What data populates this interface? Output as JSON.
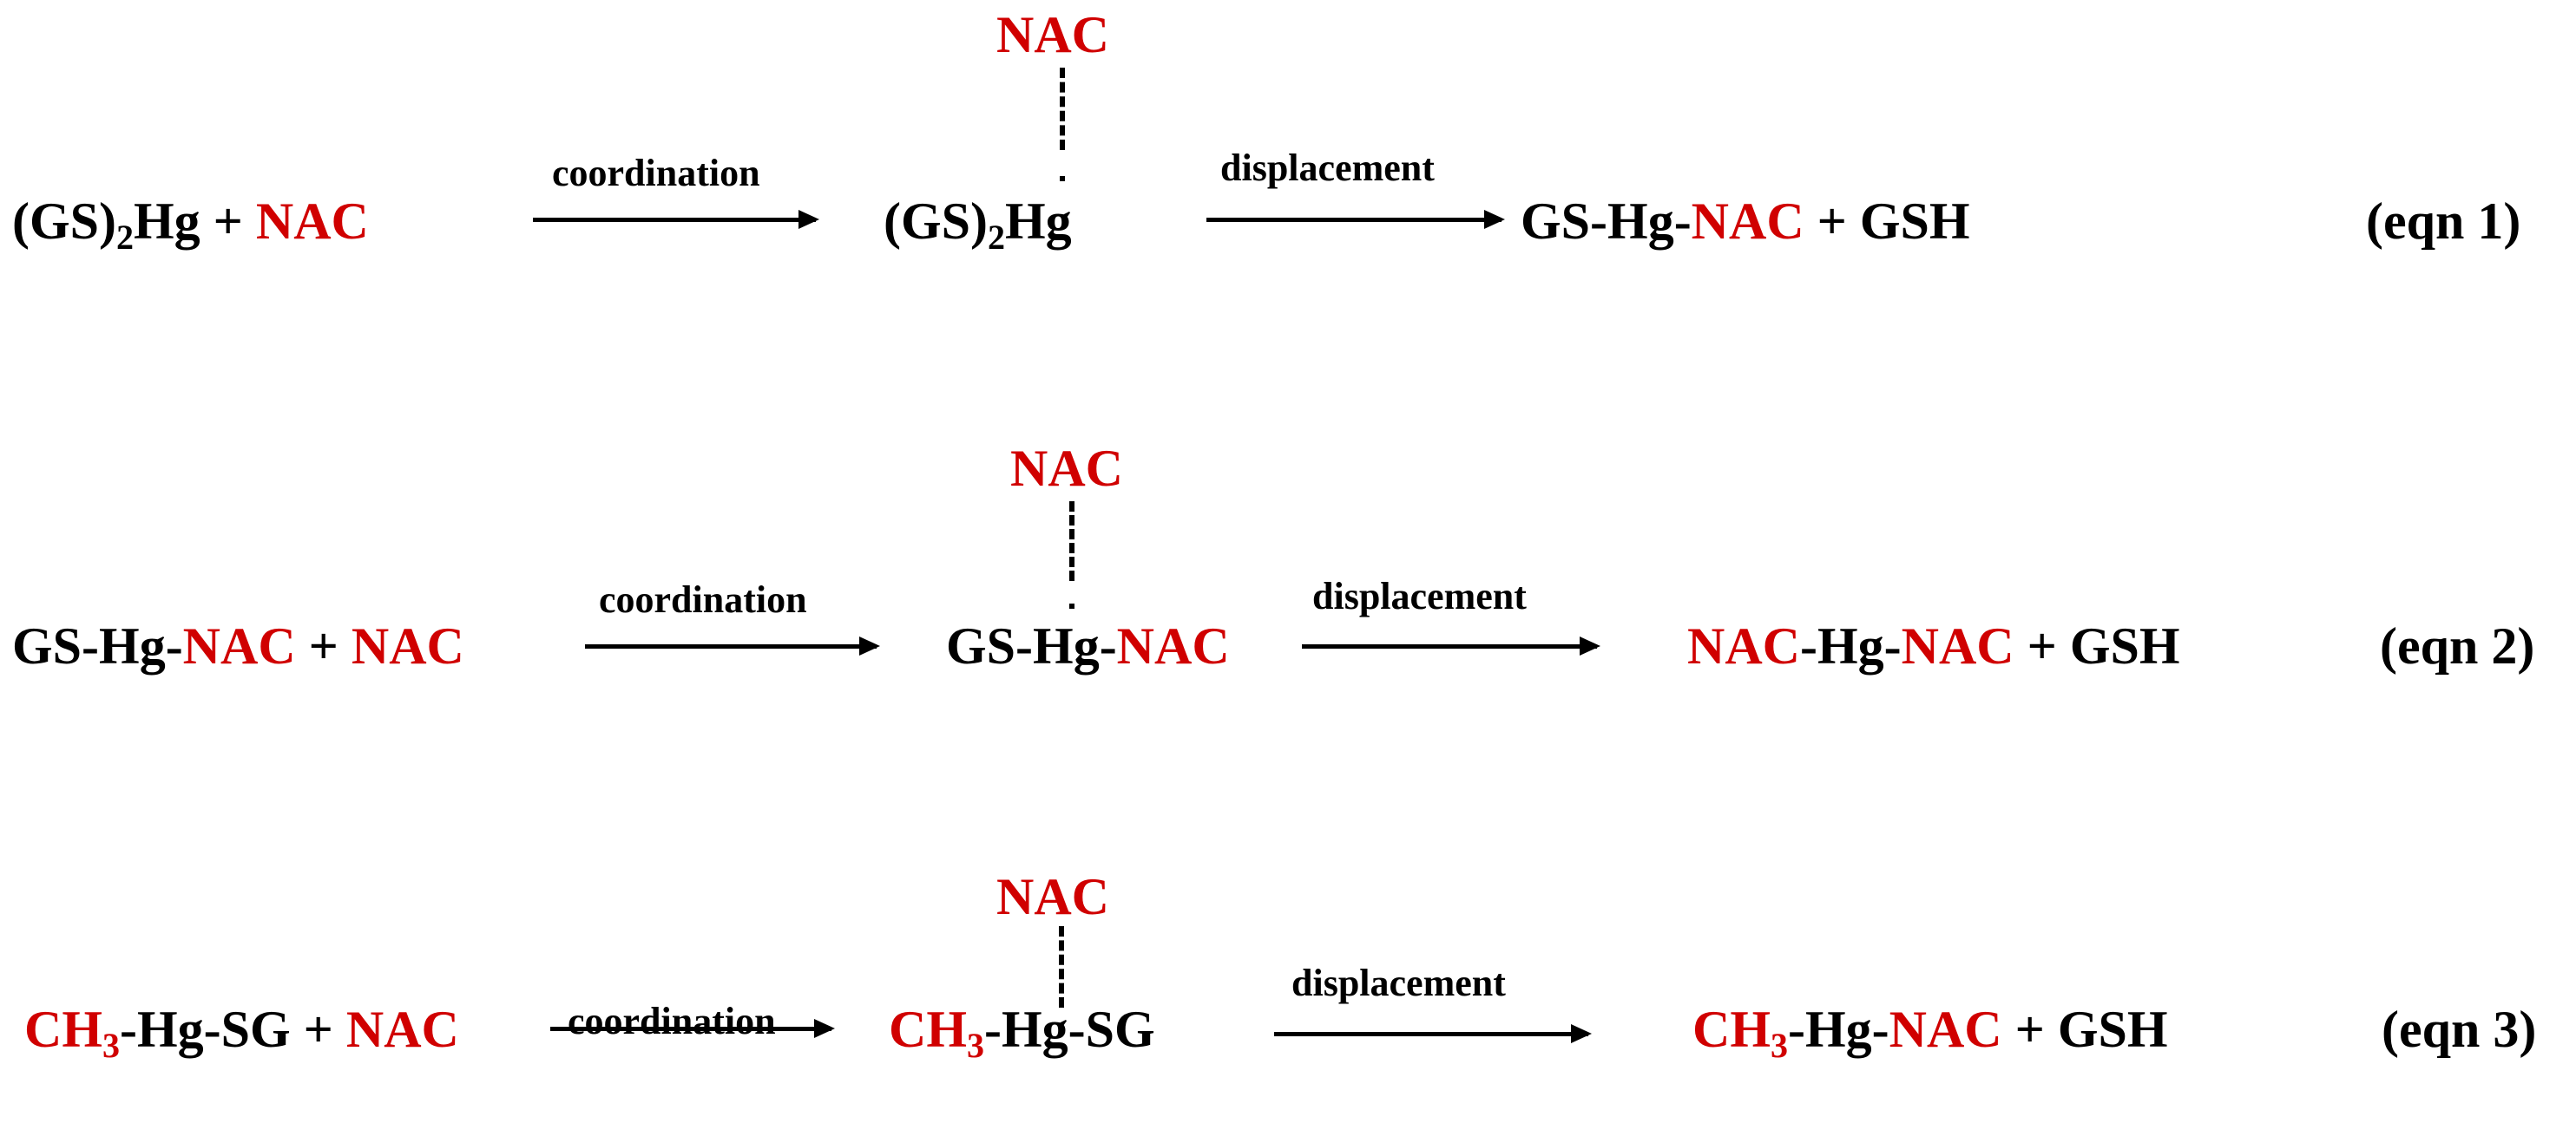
{
  "colors": {
    "black": "#000000",
    "red": "#d00000"
  },
  "equations": [
    {
      "reactant": {
        "hg": "(GS)",
        "sub": "2",
        "hg2": "Hg",
        "plus": "+",
        "ligand": "NAC"
      },
      "coord_label": "coordination",
      "top_ligand": "NAC",
      "intermediate": {
        "pre": "(GS)",
        "sub": "2",
        "post": "Hg"
      },
      "disp_label": "displacement",
      "product": {
        "a": "GS-Hg-",
        "b": "NAC",
        "plus": "+",
        "c": "GSH"
      },
      "label": "(eqn 1)"
    },
    {
      "reactant": {
        "a": "GS-Hg-",
        "b": "NAC",
        "plus": "+",
        "ligand": "NAC"
      },
      "coord_label": "coordination",
      "top_ligand": "NAC",
      "intermediate": {
        "a": "GS-Hg-",
        "b": "NAC"
      },
      "disp_label": "displacement",
      "product": {
        "a": "NAC",
        "b": "-Hg-",
        "c": "NAC",
        "plus": "+",
        "d": "GSH"
      },
      "label": "(eqn 2)"
    },
    {
      "reactant": {
        "a": "CH",
        "sub": "3",
        "b": "-Hg-SG",
        "plus": "+",
        "ligand": "NAC"
      },
      "coord_label": "coordination",
      "top_ligand": "NAC",
      "intermediate": {
        "a": "CH",
        "sub": "3",
        "b": "-Hg-SG"
      },
      "disp_label": "displacement",
      "product": {
        "a": "CH",
        "sub": "3",
        "b": "-Hg-",
        "c": "NAC",
        "plus": "+",
        "d": "GSH"
      },
      "label": "(eqn 3)"
    }
  ]
}
